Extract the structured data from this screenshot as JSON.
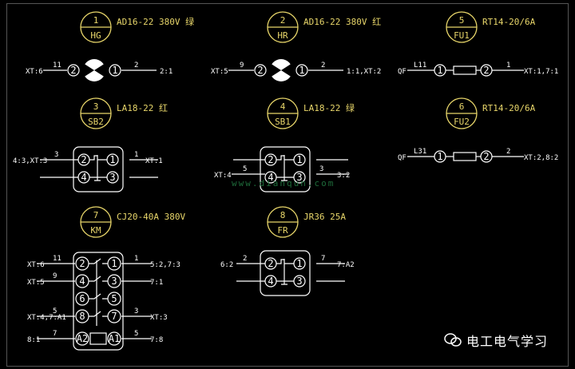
{
  "components": [
    {
      "num": "1",
      "code": "HG",
      "spec": "AD16-22 380V 绿"
    },
    {
      "num": "2",
      "code": "HR",
      "spec": "AD16-22 380V 红"
    },
    {
      "num": "5",
      "code": "FU1",
      "spec": "RT14-20/6A"
    },
    {
      "num": "3",
      "code": "SB2",
      "spec": "LA18-22 红"
    },
    {
      "num": "4",
      "code": "SB1",
      "spec": "LA18-22 绿"
    },
    {
      "num": "6",
      "code": "FU2",
      "spec": "RT14-20/6A"
    },
    {
      "num": "7",
      "code": "KM",
      "spec": "CJ20-40A 380V"
    },
    {
      "num": "8",
      "code": "FR",
      "spec": "JR36 25A"
    }
  ],
  "hg": {
    "left": "XT:6",
    "wire_l": "11",
    "pin_l": "2",
    "pin_r": "1",
    "wire_r": "2",
    "right": "2:1"
  },
  "hr": {
    "left": "XT:5",
    "wire_l": "9",
    "pin_l": "2",
    "pin_r": "1",
    "wire_r": "2",
    "right": "1:1,XT:2"
  },
  "fu1": {
    "left": "QF",
    "wire_l": "L11",
    "pin_l": "1",
    "pin_r": "2",
    "wire_r": "1",
    "right": "XT:1,7:1"
  },
  "fu2": {
    "left": "QF",
    "wire_l": "L31",
    "pin_l": "1",
    "pin_r": "2",
    "wire_r": "2",
    "right": "XT:2,8:2"
  },
  "sb2": {
    "left": "4:3,XT:3",
    "wire_l": "3",
    "wire_r": "1",
    "right": "XT:1",
    "p2": "2",
    "p1": "1",
    "p4": "4",
    "p3": "3"
  },
  "sb1": {
    "left": "XT:4",
    "wire_l": "5",
    "wire_r": "3",
    "right": "3:2",
    "p2": "2",
    "p1": "1",
    "p4": "4",
    "p3": "3"
  },
  "km": {
    "rows": [
      {
        "left": "XT:6",
        "wl": "11",
        "pl": "2",
        "pr": "1",
        "wr": "1",
        "right": "5:2,7:3"
      },
      {
        "left": "XT:5",
        "wl": "9",
        "pl": "4",
        "pr": "3",
        "wr": "",
        "right": "7:1"
      },
      {
        "left": "",
        "wl": "",
        "pl": "6",
        "pr": "5",
        "wr": "",
        "right": ""
      },
      {
        "left": "XT:4,7:A1",
        "wl": "5",
        "pl": "8",
        "pr": "7",
        "wr": "3",
        "right": "XT:3"
      },
      {
        "left": "8:1",
        "wl": "7",
        "pl": "A2",
        "pr": "A1",
        "wr": "5",
        "right": "7:8"
      }
    ]
  },
  "fr": {
    "left": "6:2",
    "wire_l": "2",
    "wire_r": "7",
    "right": "7:A2",
    "p2": "2",
    "p1": "1",
    "p4": "4",
    "p3": "3"
  },
  "url": "www.dianqun.com",
  "watermark": "电工电气学习"
}
